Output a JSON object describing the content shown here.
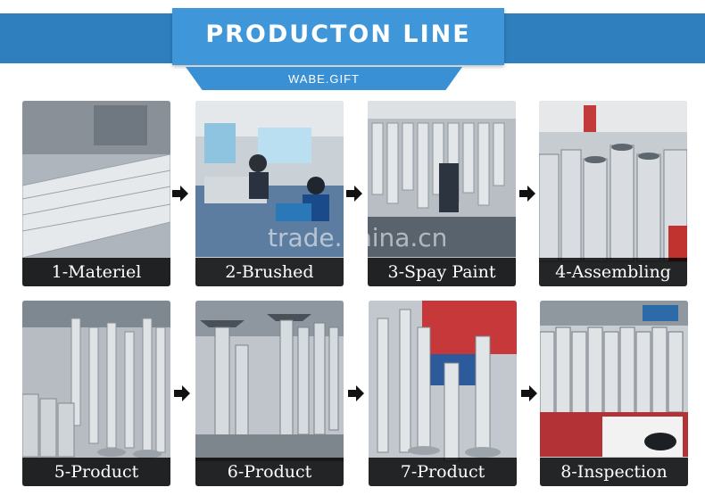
{
  "header": {
    "title": "PRODUCTON LINE",
    "subtitle": "WABE.GIFT"
  },
  "steps": [
    {
      "label": "1-Materiel"
    },
    {
      "label": "2-Brushed"
    },
    {
      "label": "3-Spay Paint"
    },
    {
      "label": "4-Assembling"
    },
    {
      "label": "5-Product"
    },
    {
      "label": "6-Product"
    },
    {
      "label": "7-Product"
    },
    {
      "label": "8-Inspection"
    }
  ],
  "watermark": "trade.china.cn",
  "colors": {
    "header_band": "#2f7fbf",
    "header_box": "#3f97d9",
    "caption_bg": "#111111",
    "arrow": "#111111"
  }
}
